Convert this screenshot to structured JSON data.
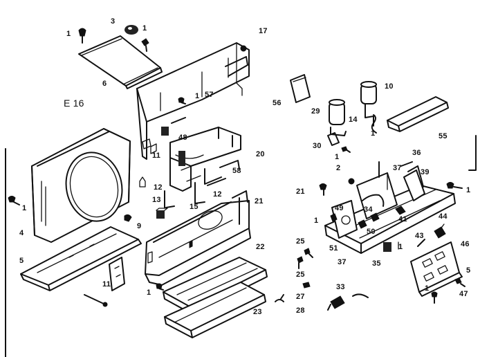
{
  "diagram": {
    "title_mark": "E 16",
    "callouts": {
      "c1a": "1",
      "c3": "3",
      "c1b": "1",
      "c17": "17",
      "c6": "6",
      "c57": "57",
      "c1c": "1",
      "c56": "56",
      "c10": "10",
      "c29": "29",
      "c14": "14",
      "c1d": "1",
      "c55": "55",
      "c48": "48",
      "c11": "11",
      "c20": "20",
      "c58": "58",
      "c30": "30",
      "c1e": "1",
      "c36": "36",
      "c37": "37",
      "c39": "39",
      "c2": "2",
      "c12a": "12",
      "c12b": "12",
      "c13": "13",
      "c15": "15",
      "c21": "21",
      "c21b": "21",
      "c1f": "1",
      "c1g": "1",
      "c49": "49",
      "c34": "34",
      "c41": "41",
      "c44": "44",
      "c9": "9",
      "c4": "4",
      "c50": "50",
      "c51": "51",
      "c43": "43",
      "c46": "46",
      "c37b": "37",
      "c35": "35",
      "c1h": "1",
      "c5": "5",
      "c22": "22",
      "c25a": "25",
      "c25b": "25",
      "c5b": "5",
      "c47": "47",
      "c1i": "1",
      "c1j": "1",
      "c27": "27",
      "c33": "33",
      "c23": "23",
      "c28": "28",
      "c11b": "11",
      "c1k": "1"
    }
  }
}
